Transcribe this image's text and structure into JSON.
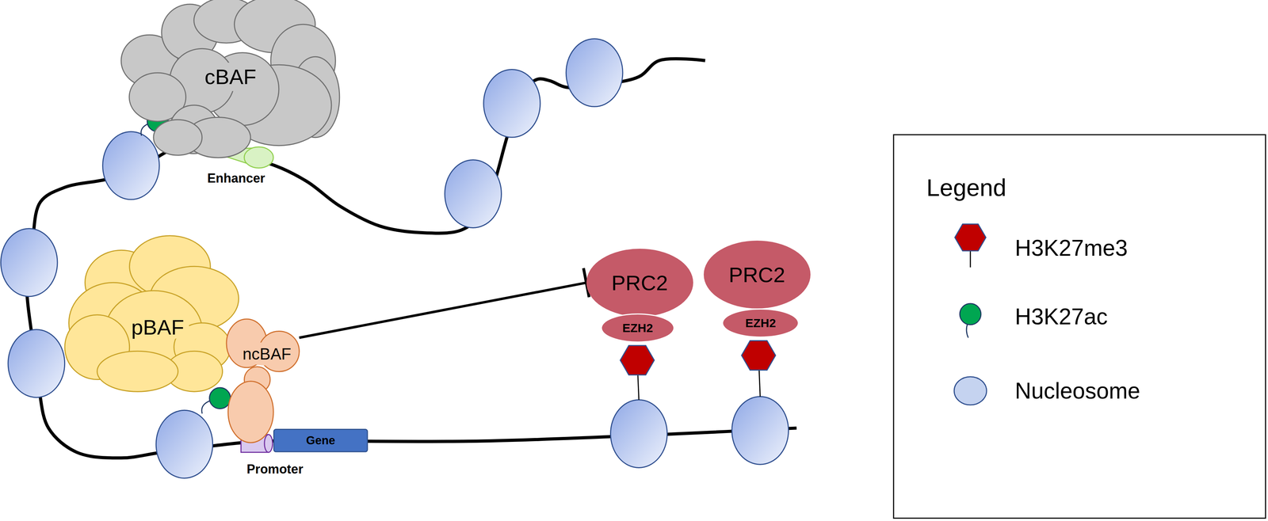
{
  "diagram": {
    "nodes": [
      {
        "text": [
          "cBAF"
        ]
      },
      {
        "text": [
          "pBAF"
        ]
      },
      {
        "text": [
          "ncBAF"
        ]
      },
      {
        "text": [
          "Gene"
        ]
      },
      {
        "text": [
          "PRC2"
        ]
      },
      {
        "text": [
          "EZH2"
        ]
      },
      {
        "text": [
          "PRC2"
        ]
      },
      {
        "text": [
          "EZH2"
        ]
      }
    ],
    "edges": [
      {
        "from": 2,
        "to": 4,
        "arrow": "to"
      }
    ],
    "labels": [
      "Enhancer",
      "Promoter",
      "Legend"
    ],
    "legend": [
      {
        "text": "H3K27me3",
        "color": "#c00000"
      },
      {
        "text": "H3K27ac",
        "color": "#00a651"
      },
      {
        "text": "Nucleosome",
        "color": "#c5d3f0"
      }
    ]
  }
}
